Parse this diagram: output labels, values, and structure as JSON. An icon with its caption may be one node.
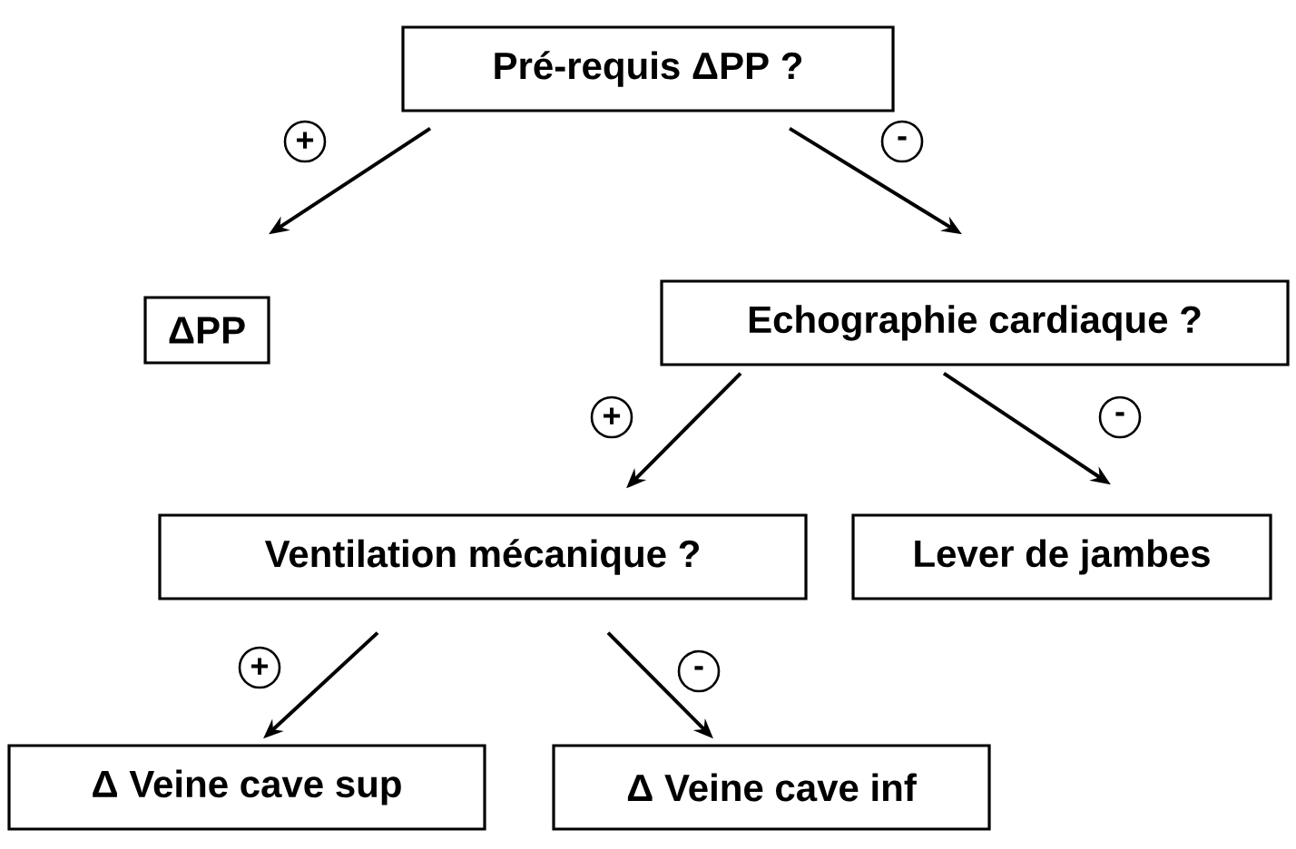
{
  "diagram": {
    "nodes": [
      {
        "text": [
          "Pré-requis ΔPP ?"
        ]
      },
      {
        "text": [
          "ΔPP"
        ]
      },
      {
        "text": [
          "Echographie cardiaque ?"
        ]
      },
      {
        "text": [
          "Ventilation mécanique ?"
        ]
      },
      {
        "text": [
          "Lever de jambes"
        ]
      },
      {
        "text": [
          "Δ Veine cave sup"
        ]
      },
      {
        "text": [
          "Δ Veine cave inf"
        ]
      }
    ],
    "edges": [
      {
        "from": 0,
        "to": 1,
        "arrow": "to",
        "label": "+"
      },
      {
        "from": 0,
        "to": 2,
        "arrow": "to",
        "label": "-"
      },
      {
        "from": 2,
        "to": 3,
        "arrow": "to",
        "label": "+"
      },
      {
        "from": 2,
        "to": 4,
        "arrow": "to",
        "label": "-"
      },
      {
        "from": 3,
        "to": 5,
        "arrow": "to",
        "label": "+"
      },
      {
        "from": 3,
        "to": 6,
        "arrow": "to",
        "label": "-"
      }
    ]
  }
}
